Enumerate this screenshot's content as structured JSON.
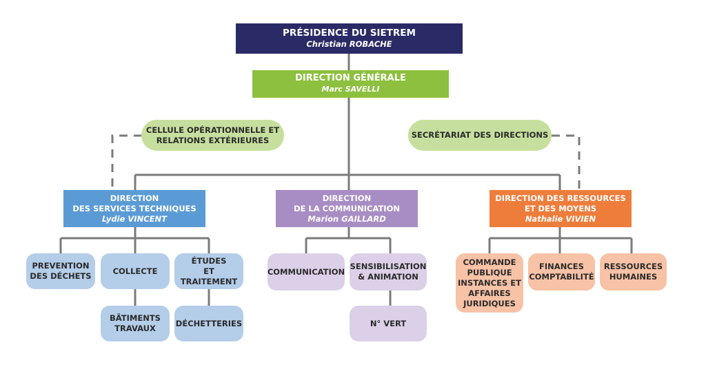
{
  "colors": {
    "navy": "#2a2a66",
    "green": "#8dc03f",
    "light_green": "#c7df9e",
    "blue": "#5b9bd5",
    "light_blue": "#b4cde9",
    "purple": "#a88dc4",
    "light_purple": "#dcd0e8",
    "orange": "#ee7d3c",
    "light_orange": "#f8c2a6",
    "line": "#777777"
  },
  "presidence": {
    "title": "PRÉSIDENCE DU SIETREM",
    "person": "Christian ROBACHE"
  },
  "direction_generale": {
    "title": "DIRECTION GÉNÉRALE",
    "person": "Marc SAVELLI"
  },
  "cellule": {
    "label": "CELLULE OPÉRATIONNELLE ET\nRELATIONS EXTÉRIEURES"
  },
  "secretariat": {
    "label": "SECRÉTARIAT DES DIRECTIONS"
  },
  "dst": {
    "title": "DIRECTION\nDES SERVICES TECHNIQUES",
    "person": "Lydie VINCENT",
    "units": {
      "prevention": "PREVENTION\nDES DÉCHETS",
      "collecte": "COLLECTE",
      "etudes": "ÉTUDES\nET TRAITEMENT",
      "batiments": "BÂTIMENTS\nTRAVAUX",
      "dechetteries": "DÉCHETTERIES"
    }
  },
  "dc": {
    "title": "DIRECTION\nDE LA COMMUNICATION",
    "person": "Marion GAILLARD",
    "units": {
      "communication": "COMMUNICATION",
      "sensibilisation": "SENSIBILISATION\n& ANIMATION",
      "numero_vert": "N° VERT"
    }
  },
  "drm": {
    "title": "DIRECTION DES RESSOURCES\nET DES MOYENS",
    "person": "Nathalie VIVIEN",
    "units": {
      "commande": "COMMANDE\nPUBLIQUE\nINSTANCES ET\nAFFAIRES\nJURIDIQUES",
      "finances": "FINANCES\nCOMPTABILITÉ",
      "rh": "RESSOURCES\nHUMAINES"
    }
  }
}
